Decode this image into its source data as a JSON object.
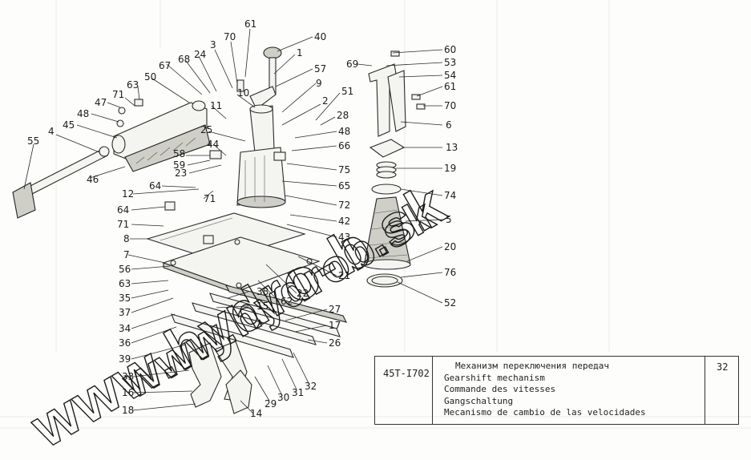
{
  "callouts": [
    {
      "id": "c61a",
      "text": "61"
    },
    {
      "id": "c70a",
      "text": "70"
    },
    {
      "id": "c40",
      "text": "40"
    },
    {
      "id": "c3",
      "text": "3"
    },
    {
      "id": "c1",
      "text": "1"
    },
    {
      "id": "c57",
      "text": "57"
    },
    {
      "id": "c67",
      "text": "67"
    },
    {
      "id": "c68",
      "text": "68"
    },
    {
      "id": "c24",
      "text": "24"
    },
    {
      "id": "c50",
      "text": "50"
    },
    {
      "id": "c63a",
      "text": "63"
    },
    {
      "id": "c71a",
      "text": "71"
    },
    {
      "id": "c47",
      "text": "47"
    },
    {
      "id": "c48a",
      "text": "48"
    },
    {
      "id": "c45",
      "text": "45"
    },
    {
      "id": "c4",
      "text": "4"
    },
    {
      "id": "c55",
      "text": "55"
    },
    {
      "id": "c11",
      "text": "11"
    },
    {
      "id": "c10",
      "text": "10"
    },
    {
      "id": "c9",
      "text": "9"
    },
    {
      "id": "c51",
      "text": "51"
    },
    {
      "id": "c2",
      "text": "2"
    },
    {
      "id": "c28",
      "text": "28"
    },
    {
      "id": "c48b",
      "text": "48"
    },
    {
      "id": "c25",
      "text": "25"
    },
    {
      "id": "c44",
      "text": "44"
    },
    {
      "id": "c66",
      "text": "66"
    },
    {
      "id": "c58",
      "text": "58"
    },
    {
      "id": "c59",
      "text": "59"
    },
    {
      "id": "c46",
      "text": "46"
    },
    {
      "id": "c23",
      "text": "23"
    },
    {
      "id": "c75",
      "text": "75"
    },
    {
      "id": "c64a",
      "text": "64"
    },
    {
      "id": "c65",
      "text": "65"
    },
    {
      "id": "c12",
      "text": "12"
    },
    {
      "id": "c71b",
      "text": "71"
    },
    {
      "id": "c72",
      "text": "72"
    },
    {
      "id": "c64b",
      "text": "64"
    },
    {
      "id": "c42",
      "text": "42"
    },
    {
      "id": "c71c",
      "text": "71"
    },
    {
      "id": "c8",
      "text": "8"
    },
    {
      "id": "c43",
      "text": "43"
    },
    {
      "id": "c7",
      "text": "7"
    },
    {
      "id": "c56",
      "text": "56"
    },
    {
      "id": "c63b",
      "text": "63"
    },
    {
      "id": "c35",
      "text": "35"
    },
    {
      "id": "c37",
      "text": "37"
    },
    {
      "id": "c34",
      "text": "34"
    },
    {
      "id": "c36",
      "text": "36"
    },
    {
      "id": "c39",
      "text": "39"
    },
    {
      "id": "c22",
      "text": "22"
    },
    {
      "id": "c21",
      "text": "21"
    },
    {
      "id": "c38",
      "text": "38"
    },
    {
      "id": "c15",
      "text": "15"
    },
    {
      "id": "c62",
      "text": "62"
    },
    {
      "id": "c27",
      "text": "27"
    },
    {
      "id": "c17",
      "text": "17"
    },
    {
      "id": "c26",
      "text": "26"
    },
    {
      "id": "c33",
      "text": "33"
    },
    {
      "id": "c16",
      "text": "16"
    },
    {
      "id": "c18",
      "text": "18"
    },
    {
      "id": "c14",
      "text": "14"
    },
    {
      "id": "c29",
      "text": "29"
    },
    {
      "id": "c30",
      "text": "30"
    },
    {
      "id": "c31",
      "text": "31"
    },
    {
      "id": "c32",
      "text": "32"
    },
    {
      "id": "c60",
      "text": "60"
    },
    {
      "id": "c69",
      "text": "69"
    },
    {
      "id": "c53",
      "text": "53"
    },
    {
      "id": "c54",
      "text": "54"
    },
    {
      "id": "c61b",
      "text": "61"
    },
    {
      "id": "c70b",
      "text": "70"
    },
    {
      "id": "c6",
      "text": "6"
    },
    {
      "id": "c13",
      "text": "13"
    },
    {
      "id": "c19",
      "text": "19"
    },
    {
      "id": "c74",
      "text": "74"
    },
    {
      "id": "c5",
      "text": "5"
    },
    {
      "id": "c20",
      "text": "20"
    },
    {
      "id": "c76",
      "text": "76"
    },
    {
      "id": "c52",
      "text": "52"
    }
  ],
  "title_block": {
    "code": "45T-I702",
    "names": [
      "Механизм переключения передач",
      "Gearshift mechanism",
      "Commande des vitesses",
      "Gangschaltung",
      "Mecanismo de cambio de las velocidades"
    ],
    "page": "32"
  },
  "watermarks": [
    "www.hydrob.sk",
    "www.hydro-b.sk"
  ]
}
